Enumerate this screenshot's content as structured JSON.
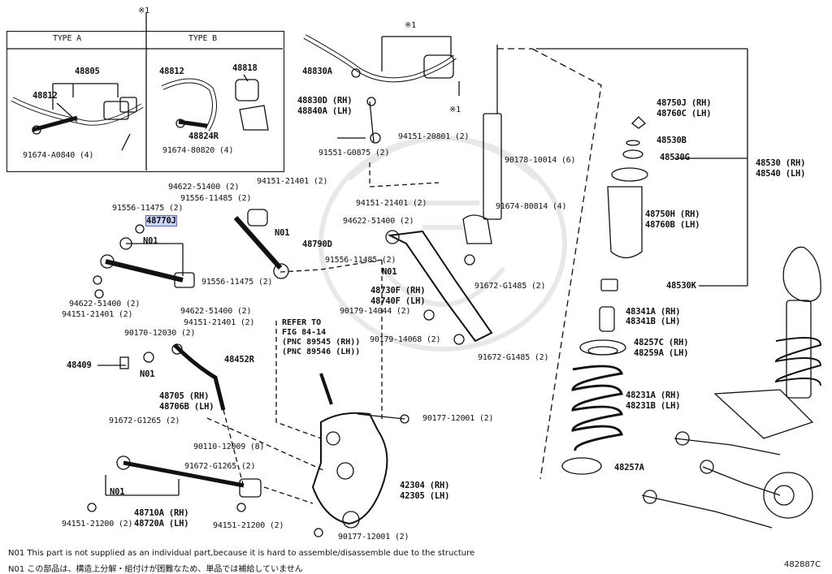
{
  "inset": {
    "mark": "※1",
    "type_a": "TYPE A",
    "type_b": "TYPE B",
    "a": {
      "p1": "48805",
      "p2": "48812",
      "p3": "91674-A0840 (4)"
    },
    "b": {
      "p1": "48812",
      "p2": "48818",
      "p3": "48824R",
      "p4": "91674-80820 (4)"
    }
  },
  "top": {
    "mark": "※1",
    "mark2": "※1",
    "p48830A": "48830A",
    "p48830D": "48830D (RH)",
    "p48840A": "48840A (LH)",
    "p94151_20801": "94151-20801 (2)",
    "p91551": "91551-G0875 (2)"
  },
  "arms": {
    "p94622_51400a": "94622-51400 (2)",
    "p94151_21401a": "94151-21401 (2)",
    "p91556_11485a": "91556-11485 (2)",
    "p91556_11475a": "91556-11475 (2)",
    "p48770J": "48770J",
    "n01a": "N01",
    "p48790D": "48790D",
    "n01b": "N01",
    "p91556_11475b": "91556-11475 (2)",
    "p94622_51400b": "94622-51400 (2)",
    "p94151_21401b": "94151-21401 (2)",
    "p94622_51400c": "94622-51400 (2)",
    "p94151_21401c": "94151-21401 (2)",
    "p90170": "90170-12030 (2)",
    "p48409": "48409",
    "n01c": "N01",
    "p48452R": "48452R",
    "p48705B": "48705 (RH)",
    "p48706B": "48706B (LH)",
    "p91672_G1265a": "91672-G1265 (2)",
    "p90110": "90110-12009 (8)",
    "p91672_G1265b": "91672-G1265 (2)",
    "n01d": "N01",
    "p94151_21200a": "94151-21200 (2)",
    "p48710A": "48710A (RH)",
    "p48720A": "48720A (LH)",
    "p94151_21200b": "94151-21200 (2)"
  },
  "center": {
    "p94151_21401": "94151-21401 (2)",
    "p94622_51400": "94622-51400 (2)",
    "p91556_11485": "91556-11485 (2)",
    "n01": "N01",
    "p48730F": "48730F (RH)",
    "p48740F": "48740F (LH)",
    "p90179_14044": "90179-14044 (2)",
    "p90179_14068": "90179-14068 (2)",
    "p91672_G1485a": "91672-G1485 (2)",
    "p91672_G1485b": "91672-G1485 (2)",
    "refer": "REFER TO\nFIG 84-14\n(PNC 89545 (RH))\n(PNC 89546 (LH))",
    "p90177a": "90177-12001 (2)",
    "p42304": "42304 (RH)",
    "p42305": "42305 (LH)",
    "p90177b": "90177-12001 (2)"
  },
  "right": {
    "p48750J": "48750J (RH)",
    "p48760C": "48760C (LH)",
    "p48530B": "48530B",
    "p90178": "90178-10014 (6)",
    "p48530G": "48530G",
    "p48530RH": "48530 (RH)",
    "p48540LH": "48540 (LH)",
    "p91674_80814": "91674-80814 (4)",
    "p48750H": "48750H (RH)",
    "p48760B": "48760B (LH)",
    "p48530K": "48530K",
    "p48341A": "48341A (RH)",
    "p48341B": "48341B (LH)",
    "p48257C": "48257C (RH)",
    "p48259A": "48259A (LH)",
    "p48231A": "48231A (RH)",
    "p48231B": "48231B (LH)",
    "p48257A": "48257A"
  },
  "footer": {
    "note_en": "N01  This part is not supplied as an individual part,because it is hard to assemble/disassemble due to the structure",
    "note_jp": "N01  この部品は、構造上分解・組付けが困難なため、単品では補給していません",
    "code": "482887C"
  }
}
